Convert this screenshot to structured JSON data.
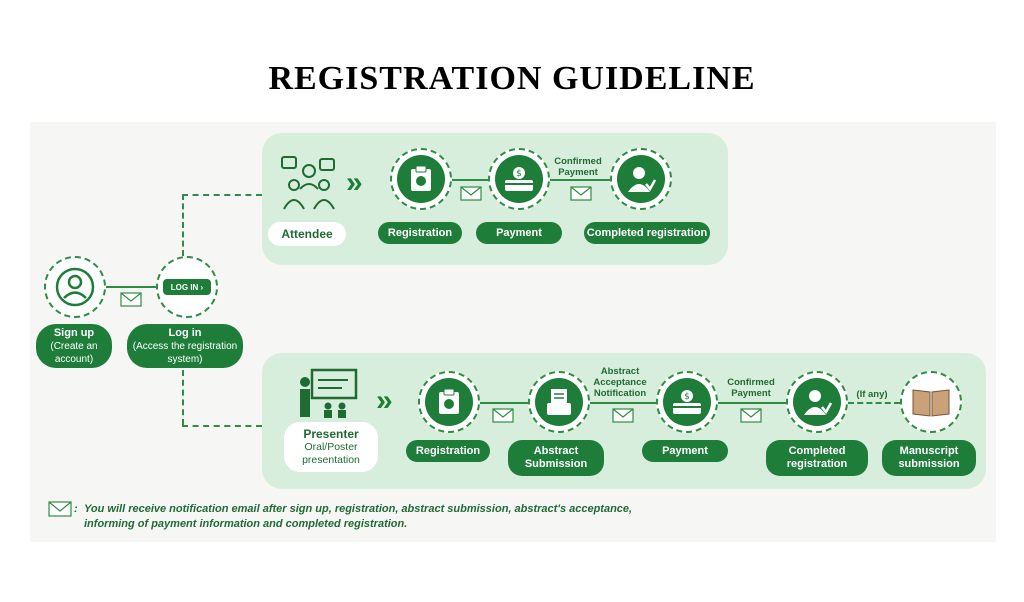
{
  "title": "REGISTRATION GUIDELINE",
  "signup": {
    "label": "Sign up",
    "sub": "(Create an account)"
  },
  "login": {
    "button": "LOG IN",
    "label": "Log in",
    "sub": "(Access the registration system)"
  },
  "attendee": {
    "role": "Attendee",
    "steps": [
      "Registration",
      "Payment",
      "Completed registration"
    ],
    "confirmed_payment": "Confirmed Payment"
  },
  "presenter": {
    "role": "Presenter",
    "role_sub": "Oral/Poster presentation",
    "steps": [
      "Registration",
      "Abstract Submission",
      "Payment",
      "Completed registration",
      "Manuscript submission"
    ],
    "abstract_notification": "Abstract Acceptance Notification",
    "confirmed_payment": "Confirmed Payment",
    "if_any": "(If any)"
  },
  "note": {
    "line1": "You will receive notification email   after sign up, registration, abstract submission, abstract's acceptance,",
    "line2": "informing of payment information and completed registration."
  },
  "colors": {
    "primary": "#1f7d3a",
    "panel": "#d8eedc",
    "line": "#2f8c45"
  }
}
